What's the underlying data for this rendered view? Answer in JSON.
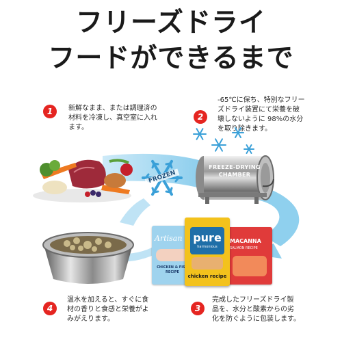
{
  "title": {
    "line1": "フリーズドライ",
    "line2": "フードができるまで"
  },
  "steps": [
    {
      "number": "1",
      "text": "新鮮なまま、または調理済の\n材料を冷凍し、真空室に入れ\nます。"
    },
    {
      "number": "2",
      "text": "-65℃に保ち、特別なフリー\nズドライ装置にて栄養を破\n壊しないように 98%の水分\nを取り除きます。"
    },
    {
      "number": "3",
      "text": "完成したフリーズドライ製\n品を、水分と酸素からの劣\n化を防ぐように包装します。"
    },
    {
      "number": "4",
      "text": "温水を加えると、すぐに食\n材の香りと食感と栄養がよ\nみがえります。"
    }
  ],
  "labels": {
    "frozen": "FROZEN",
    "chamber_line1": "FREEZE-DRYING",
    "chamber_line2": "CHAMBER"
  },
  "packages": {
    "left": {
      "brand": "Artisan",
      "text": "CHICKEN & FISH\nRECIPE"
    },
    "center": {
      "brand": "pure",
      "sub": "harmonious",
      "text": "chicken recipe"
    },
    "right": {
      "brand": "MACANNA",
      "text": "SALMON RECIPE"
    }
  },
  "colors": {
    "accent_red": "#e52521",
    "arrow_blue": "#8fd0ee",
    "snow_blue": "#3aa0d8",
    "title": "#1a1a1a"
  },
  "icons": [
    "step-number-icon",
    "snowflake-icon",
    "arrow-icon"
  ]
}
